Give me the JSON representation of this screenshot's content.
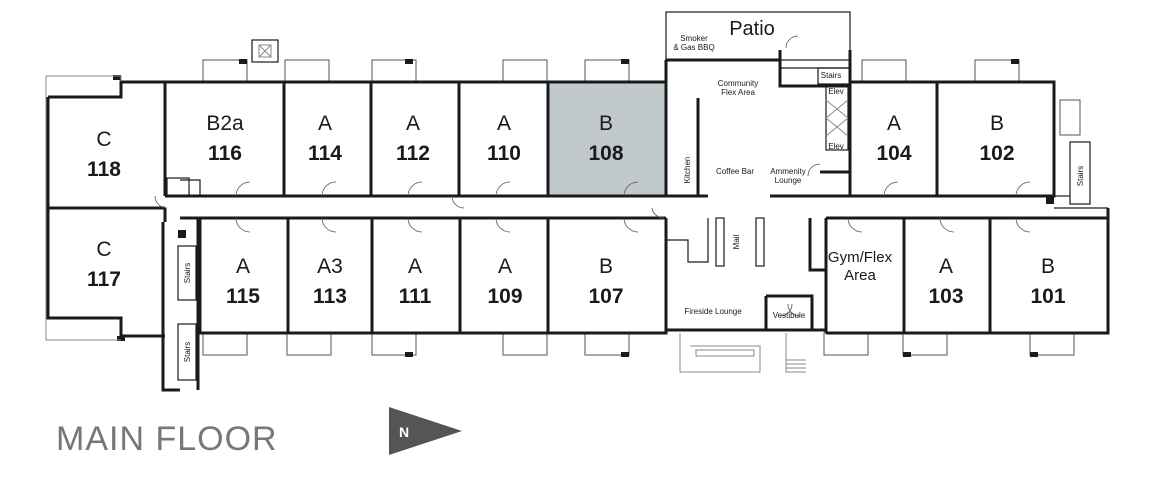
{
  "floor_label": "MAIN FLOOR",
  "north_label": "N",
  "highlight_color": "#c2c9cd",
  "units": {
    "u118": {
      "type": "C",
      "number": "118"
    },
    "u116": {
      "type": "B2a",
      "number": "116"
    },
    "u114": {
      "type": "A",
      "number": "114"
    },
    "u112": {
      "type": "A",
      "number": "112"
    },
    "u110": {
      "type": "A",
      "number": "110"
    },
    "u108": {
      "type": "B",
      "number": "108"
    },
    "u104": {
      "type": "A",
      "number": "104"
    },
    "u102": {
      "type": "B",
      "number": "102"
    },
    "u117": {
      "type": "C",
      "number": "117"
    },
    "u115": {
      "type": "A",
      "number": "115"
    },
    "u113": {
      "type": "A3",
      "number": "113"
    },
    "u111": {
      "type": "A",
      "number": "111"
    },
    "u109": {
      "type": "A",
      "number": "109"
    },
    "u107": {
      "type": "B",
      "number": "107"
    },
    "u103": {
      "type": "A",
      "number": "103"
    },
    "u101": {
      "type": "B",
      "number": "101"
    }
  },
  "amenities": {
    "patio": "Patio",
    "smoker_line1": "Smoker",
    "smoker_line2": "& Gas BBQ",
    "community_line1": "Community",
    "community_line2": "Flex Area",
    "coffee_bar": "Coffee Bar",
    "kitchen": "Kitchen",
    "lounge_line1": "Ammenity",
    "lounge_line2": "Lounge",
    "mail": "Mail",
    "fireside": "Fireside Lounge",
    "vestibule": "Vestibule",
    "gym_line1": "Gym/Flex",
    "gym_line2": "Area",
    "stairs": "Stairs",
    "elev": "Elev"
  }
}
